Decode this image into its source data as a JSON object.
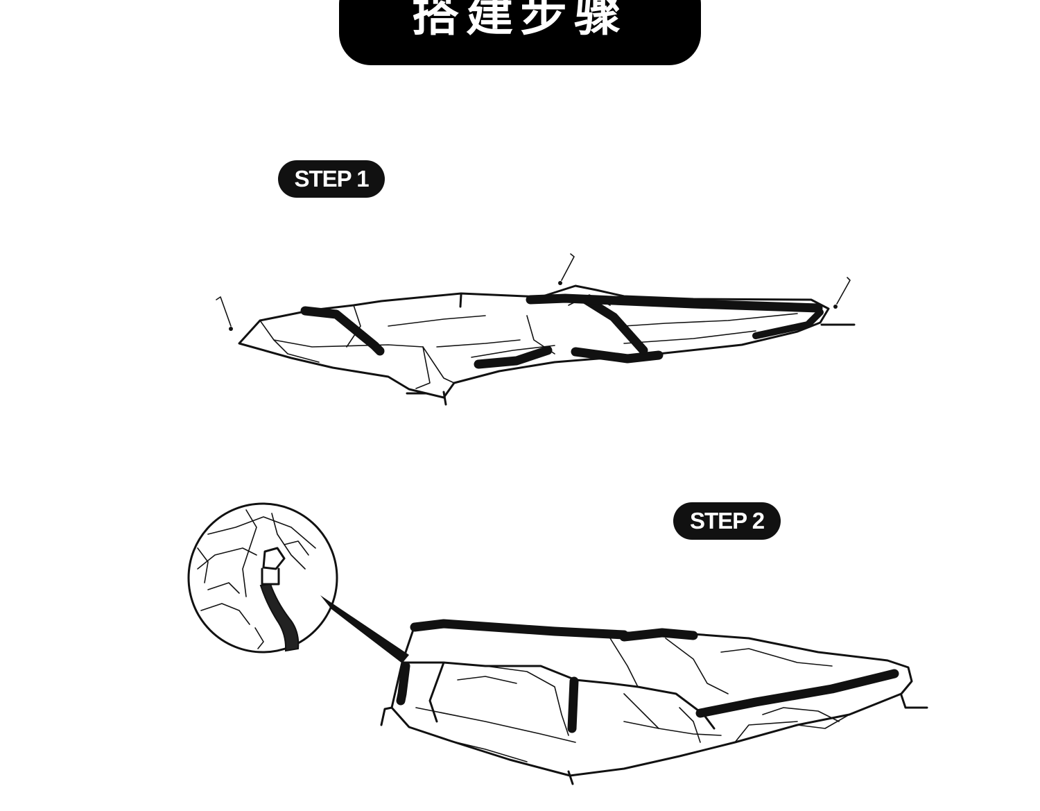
{
  "title": "搭建步骤",
  "steps": [
    {
      "label": "STEP 1"
    },
    {
      "label": "STEP 2"
    }
  ],
  "colors": {
    "background": "#ffffff",
    "pill": "#000000",
    "pill_text": "#ffffff",
    "line_art": "#111111"
  }
}
